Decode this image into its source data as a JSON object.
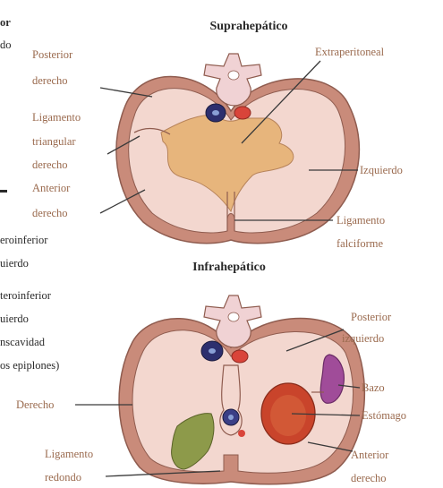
{
  "suprahepatico": {
    "title": "Suprahepático",
    "labels": {
      "posterior_derecho": [
        "Posterior",
        "derecho"
      ],
      "ligamento_triangular": [
        "Ligamento",
        "triangular",
        "derecho"
      ],
      "anterior_derecho": [
        "Anterior",
        "derecho"
      ],
      "extraperitoneal": "Extraperitoneal",
      "izquierdo": "Izquierdo",
      "ligamento_falciforme": [
        "Ligamento",
        "falciforme"
      ]
    }
  },
  "infrahepatico": {
    "title": "Infrahepático",
    "labels": {
      "posterior_izquierdo": [
        "Posterior",
        "izquierdo"
      ],
      "bazo": "Bazo",
      "estomago": "Estómago",
      "derecho": "Derecho",
      "ligamento_redondo": [
        "Ligamento",
        "redondo"
      ],
      "anterior_derecho": [
        "Anterior",
        "derecho"
      ]
    }
  },
  "left_edge_fragments": [
    "or",
    "do",
    "eroinferior",
    "uierdo",
    "teroinferior",
    "uierdo",
    "nscavidad",
    "os epiplones)"
  ],
  "colors": {
    "wall_outer": "#c98b7a",
    "wall_inner": "#f3d7cf",
    "liver_area": "#e7b57c",
    "vertebra": "#f0d2d4",
    "ivc": "#2d2f6e",
    "aorta": "#d9443a",
    "spleen": "#a04c99",
    "stomach": "#c9442b",
    "round_ligament": "#8d9a4a"
  }
}
